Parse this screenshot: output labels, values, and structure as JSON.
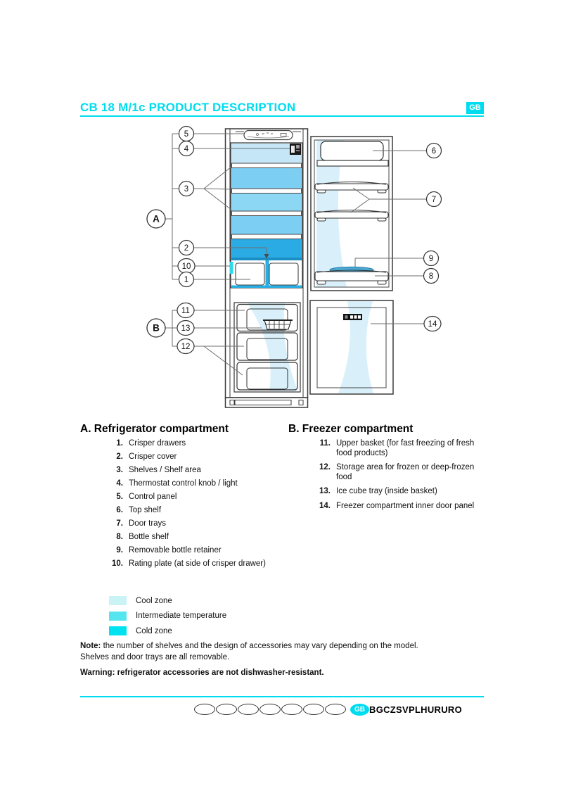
{
  "header": {
    "title": "CB 18 M/1c PRODUCT DESCRIPTION",
    "lang_badge": "GB"
  },
  "colors": {
    "accent_cyan": "#00dcef",
    "cool_zone": "#c9f3f5",
    "intermediate_zone": "#54e5ee",
    "cold_zone": "#00e2f0",
    "diagram_cool_band": "#c4e6f7",
    "diagram_mid_band": "#7ccff2",
    "diagram_cold_band": "#2aabe4"
  },
  "diagram": {
    "callouts": {
      "cA": "A",
      "cB": "B",
      "c1": "1",
      "c2": "2",
      "c3": "3",
      "c4": "4",
      "c5": "5",
      "c6": "6",
      "c7": "7",
      "c8": "8",
      "c9": "9",
      "c10": "10",
      "c11": "11",
      "c12": "12",
      "c13": "13",
      "c14": "14"
    }
  },
  "sections": {
    "refrigerator": {
      "title": "A. Refrigerator compartment",
      "items": [
        {
          "num": "1.",
          "text": "Crisper drawers"
        },
        {
          "num": "2.",
          "text": "Crisper cover"
        },
        {
          "num": "3.",
          "text": "Shelves / Shelf area"
        },
        {
          "num": "4.",
          "text": "Thermostat control knob / light"
        },
        {
          "num": "5.",
          "text": "Control panel"
        },
        {
          "num": "6.",
          "text": "Top shelf"
        },
        {
          "num": "7.",
          "text": "Door trays"
        },
        {
          "num": "8.",
          "text": "Bottle shelf"
        },
        {
          "num": "9.",
          "text": "Removable bottle retainer"
        },
        {
          "num": "10.",
          "text": "Rating plate (at side of crisper drawer)"
        }
      ]
    },
    "freezer": {
      "title": "B. Freezer compartment",
      "items": [
        {
          "num": "11.",
          "text": "Upper basket (for fast freezing of fresh food products)"
        },
        {
          "num": "12.",
          "text": "Storage area for frozen or deep-frozen food"
        },
        {
          "num": "13.",
          "text": "Ice cube tray (inside basket)"
        },
        {
          "num": "14.",
          "text": "Freezer compartment inner door panel"
        }
      ]
    }
  },
  "legend": {
    "items": [
      {
        "label": "Cool zone",
        "color": "#c9f3f5"
      },
      {
        "label": "Intermediate temperature",
        "color": "#54e5ee"
      },
      {
        "label": "Cold zone",
        "color": "#00e2f0"
      }
    ]
  },
  "notes": {
    "note_label": "Note:",
    "note_text": " the number of shelves and the design of accessories may vary depending on the model.",
    "note_line2": "Shelves and door trays are all removable.",
    "warning": "Warning: refrigerator accessories are not dishwasher-resistant."
  },
  "footer": {
    "lang_badge": "GB",
    "codes": "BGCZSVPLHURURO"
  }
}
